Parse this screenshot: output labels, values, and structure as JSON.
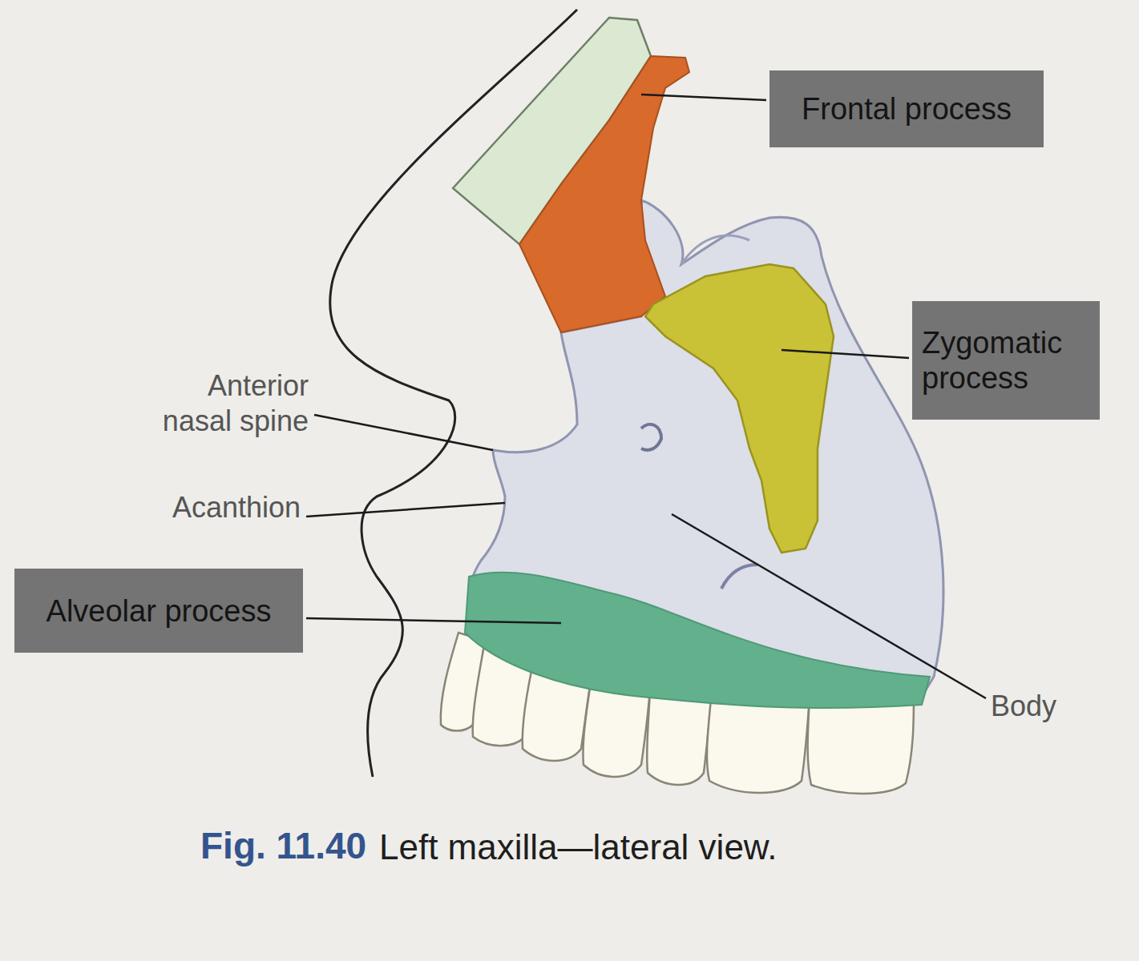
{
  "diagram": {
    "caption": "Left maxilla—lateral view.",
    "nodes": [
      {
        "text": [
          "Frontal process"
        ]
      },
      {
        "text": [
          "Zygomatic process"
        ]
      },
      {
        "text": [
          "Alveolar process"
        ]
      }
    ],
    "labels": [
      "Anterior nasal spine",
      "Acanthion",
      "Body",
      "Fig. 11.40"
    ]
  }
}
